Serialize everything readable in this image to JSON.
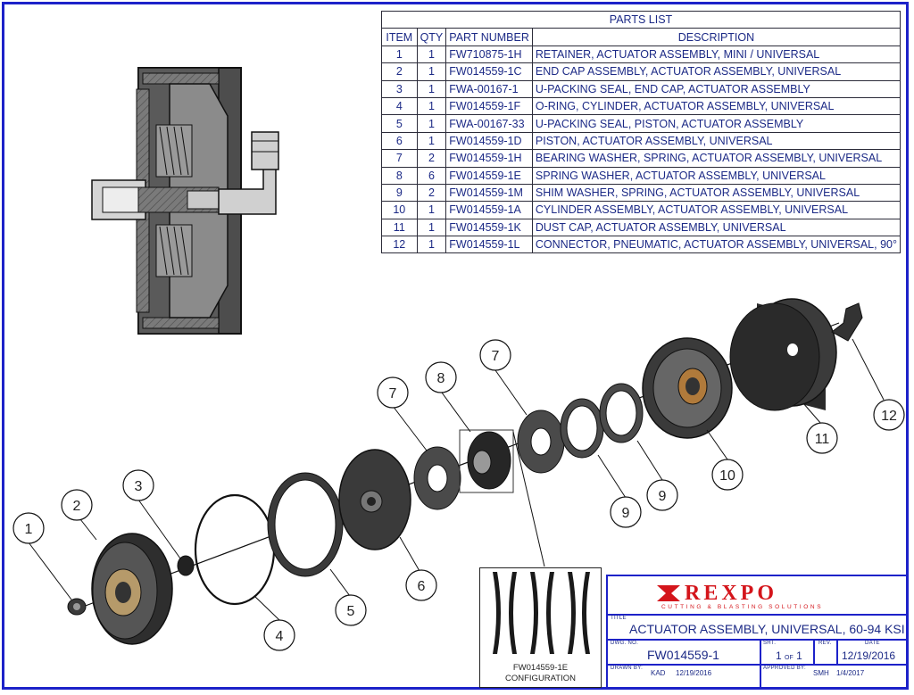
{
  "parts_list": {
    "title": "PARTS LIST",
    "headers": [
      "ITEM",
      "QTY",
      "PART NUMBER",
      "DESCRIPTION"
    ],
    "rows": [
      {
        "item": "1",
        "qty": "1",
        "part": "FW710875-1H",
        "desc": "RETAINER, ACTUATOR ASSEMBLY, MINI / UNIVERSAL"
      },
      {
        "item": "2",
        "qty": "1",
        "part": "FW014559-1C",
        "desc": "END CAP ASSEMBLY, ACTUATOR ASSEMBLY, UNIVERSAL"
      },
      {
        "item": "3",
        "qty": "1",
        "part": "FWA-00167-1",
        "desc": "U-PACKING SEAL, END CAP, ACTUATOR ASSEMBLY"
      },
      {
        "item": "4",
        "qty": "1",
        "part": "FW014559-1F",
        "desc": "O-RING, CYLINDER, ACTUATOR ASSEMBLY, UNIVERSAL"
      },
      {
        "item": "5",
        "qty": "1",
        "part": "FWA-00167-33",
        "desc": "U-PACKING SEAL, PISTON, ACTUATOR ASSEMBLY"
      },
      {
        "item": "6",
        "qty": "1",
        "part": "FW014559-1D",
        "desc": "PISTON, ACTUATOR ASSEMBLY, UNIVERSAL"
      },
      {
        "item": "7",
        "qty": "2",
        "part": "FW014559-1H",
        "desc": "BEARING WASHER, SPRING, ACTUATOR ASSEMBLY, UNIVERSAL"
      },
      {
        "item": "8",
        "qty": "6",
        "part": "FW014559-1E",
        "desc": "SPRING WASHER,  ACTUATOR ASSEMBLY, UNIVERSAL"
      },
      {
        "item": "9",
        "qty": "2",
        "part": "FW014559-1M",
        "desc": "SHIM WASHER, SPRING, ACTUATOR ASSEMBLY, UNIVERSAL"
      },
      {
        "item": "10",
        "qty": "1",
        "part": "FW014559-1A",
        "desc": "CYLINDER ASSEMBLY, ACTUATOR ASSEMBLY, UNIVERSAL"
      },
      {
        "item": "11",
        "qty": "1",
        "part": "FW014559-1K",
        "desc": "DUST CAP, ACTUATOR ASSEMBLY, UNIVERSAL"
      },
      {
        "item": "12",
        "qty": "1",
        "part": "FW014559-1L",
        "desc": "CONNECTOR, PNEUMATIC, ACTUATOR ASSEMBLY, UNIVERSAL, 90°"
      }
    ]
  },
  "balloons": [
    "1",
    "2",
    "3",
    "4",
    "5",
    "6",
    "7",
    "8",
    "7",
    "9",
    "9",
    "10",
    "11",
    "12"
  ],
  "config": {
    "part": "FW014559-1E",
    "label": "CONFIGURATION"
  },
  "title_block": {
    "company": "REXPO",
    "tagline": "CUTTING & BLASTING SOLUTIONS",
    "title_label": "TITLE",
    "title": "ACTUATOR ASSEMBLY, UNIVERSAL, 60-94 KSI",
    "dwg_label": "DWG. NO.",
    "dwg_no": "FW014559-1",
    "sht_label": "SHT.",
    "sht_num": "1",
    "sht_of": "OF",
    "sht_total": "1",
    "rev_label": "REV.",
    "date_label": "DATE",
    "date": "12/19/2016",
    "drawn_label": "DRAWN BY:",
    "drawn_by": "KAD",
    "drawn_date": "12/19/2016",
    "approved_label": "APPROVED BY:",
    "approved_by": "SMH",
    "approved_date": "1/4/2017"
  },
  "colors": {
    "border": "#1d22c9",
    "text": "#1c2a86",
    "brand": "#d4151b"
  }
}
